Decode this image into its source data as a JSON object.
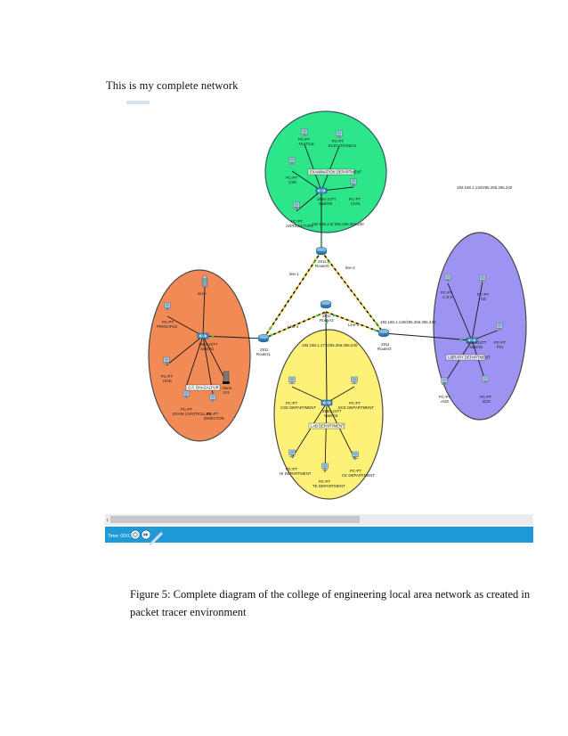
{
  "document": {
    "intro_text": "This is my complete network",
    "caption_line1": "Figure 5: Complete diagram of the college of engineering local area network as created in",
    "caption_line2": "packet tracer environment"
  },
  "network": {
    "zones": {
      "exam": {
        "title": "EXAMINATION DEPARTMENT",
        "subnet": "192.168.1.0/ 255.255.255.240",
        "switch_model": "2960-24TT",
        "switch_name": "Switch0",
        "color": "#2ee68a"
      },
      "gp": {
        "title": "G.P. BHAGALPUR",
        "switch_model": "2960-24TT",
        "switch_name": "Switch1",
        "color": "#f28a55"
      },
      "lab": {
        "title": "LAB DEPARTMENT",
        "subnet": "192.168.1.177/255.255.255.240",
        "switch_model": "2960-24TT",
        "switch_name": "Switch3",
        "color": "#fdf277"
      },
      "library": {
        "title": "LIBRARY DEPARTMENT",
        "subnet": "192.168.1.128/255.255.255.240",
        "switch_model": "2960-24TT",
        "switch_name": "Switch2",
        "color": "#9c93f2"
      }
    },
    "pc_type": "PC-PT",
    "pcs": {
      "textile": "TEXTILE",
      "electronics": "ELECTRONICS",
      "cse": "CSE",
      "civil": "CIVIL",
      "agriculture": "AGRICULTURE",
      "principle": "PRINCIPLE",
      "hod": "HOD",
      "exam_controller": "EXAM CONTROLLER",
      "director": "DIRECTOR",
      "cse_dept": "CSE DEPARTMENT",
      "ece_dept": "ECE DEPARTMENT",
      "hi_dept": "HI DEPARTMENT",
      "te_dept": "TE DEPARTMENT",
      "ce_dept": "CE DEPARTMENT",
      "lib_cse": "C.S.E",
      "lib_ce": "CE",
      "lib_pci": "PCI",
      "lib_age": "AGE",
      "lib_ece": "ECE"
    },
    "devices": {
      "alarm": "Alarm",
      "alarm_id": "ID1",
      "siren_sub": "siren",
      "router_model": "2911",
      "router0": "Router0",
      "router1": "Router1",
      "router2": "Router2",
      "router3": "Router3"
    },
    "links": {
      "line1": "line-1",
      "line2": "line-2",
      "line3": "Line-3",
      "line4": "Line-4"
    },
    "floating_subnet": "192.168.1.132/255.255.255.240",
    "statusbar": {
      "time": "Time: 00:03:50"
    },
    "colors": {
      "statusbar": "#1e9ad6",
      "accent": "#1684c8"
    }
  }
}
